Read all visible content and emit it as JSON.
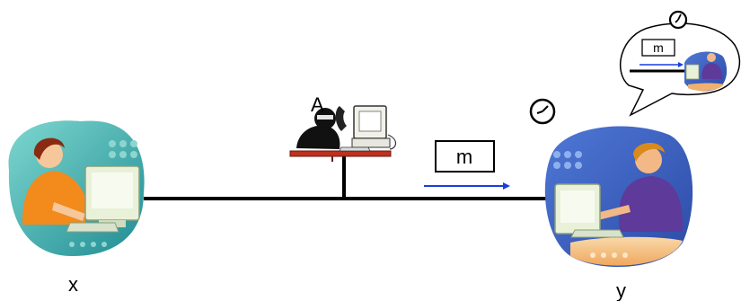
{
  "nodes": {
    "x_label": "x",
    "y_label": "y",
    "attacker_label": "A"
  },
  "message": {
    "label": "m"
  },
  "bubble": {
    "message_label": "m"
  },
  "icons": {
    "user_x": "person-at-computer-icon",
    "user_y": "person-at-computer-icon",
    "attacker": "eavesdropper-at-computer-icon",
    "clock_main": "clock-icon",
    "clock_bubble": "clock-icon",
    "arrow": "arrow-right-icon"
  },
  "colors": {
    "arrow": "#1a3fe0",
    "wire": "#000000",
    "table": "#c0301e",
    "teal_bg": "#2fa6a3",
    "blue_bg": "#3a63c7"
  }
}
